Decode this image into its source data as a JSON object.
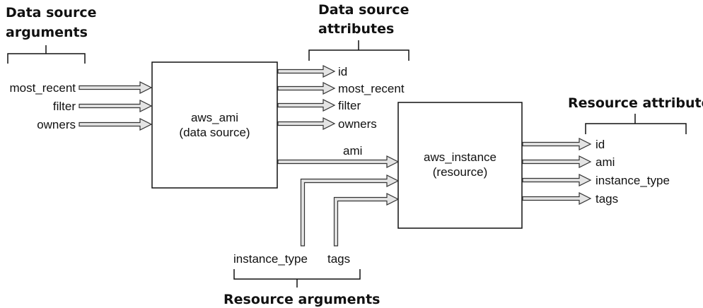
{
  "headers": {
    "data_source_arguments": [
      "Data source",
      "arguments"
    ],
    "data_source_attributes": [
      "Data source",
      "attributes"
    ],
    "resource_attributes": "Resource attributes",
    "resource_arguments": "Resource arguments"
  },
  "data_source_box": {
    "line1": "aws_ami",
    "line2": "(data source)"
  },
  "resource_box": {
    "line1": "aws_instance",
    "line2": "(resource)"
  },
  "data_source_args": [
    "most_recent",
    "filter",
    "owners"
  ],
  "data_source_attrs": [
    "id",
    "most_recent",
    "filter",
    "owners"
  ],
  "connection_label": "ami",
  "resource_args": [
    "instance_type",
    "tags"
  ],
  "resource_attrs": [
    "id",
    "ami",
    "instance_type",
    "tags"
  ],
  "colors": {
    "arrow_fill": "#e4e4e4",
    "stroke": "#111111"
  }
}
